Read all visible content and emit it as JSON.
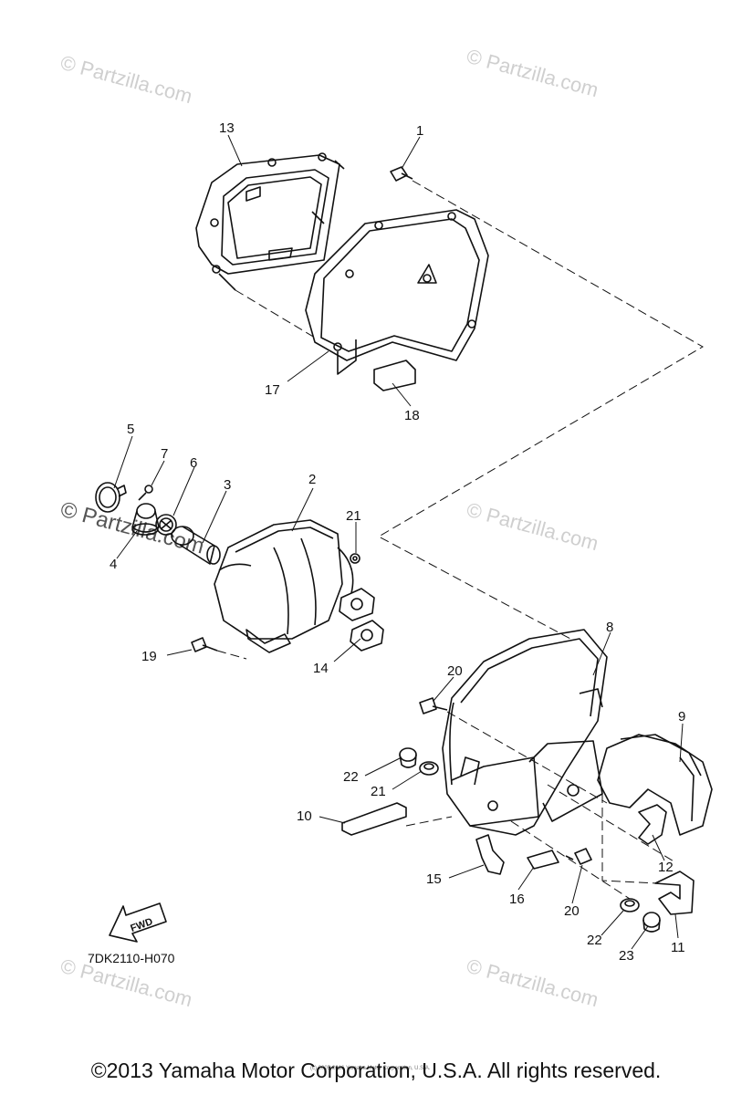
{
  "watermark": "© Partzilla.com",
  "part_numbers": [
    "1",
    "2",
    "3",
    "4",
    "5",
    "6",
    "7",
    "8",
    "9",
    "10",
    "11",
    "12",
    "13",
    "14",
    "15",
    "16",
    "17",
    "18",
    "19",
    "20",
    "20",
    "21",
    "21",
    "22",
    "22",
    "23"
  ],
  "fwd_label": "FWD",
  "diagram_code": "7DK2110-H070",
  "tiny_notice": "(c) 2005-2016 Yamaha Motor Corporation, U.S.A.",
  "copyright": "©2013 Yamaha Motor Corporation, U.S.A. All rights reserved."
}
